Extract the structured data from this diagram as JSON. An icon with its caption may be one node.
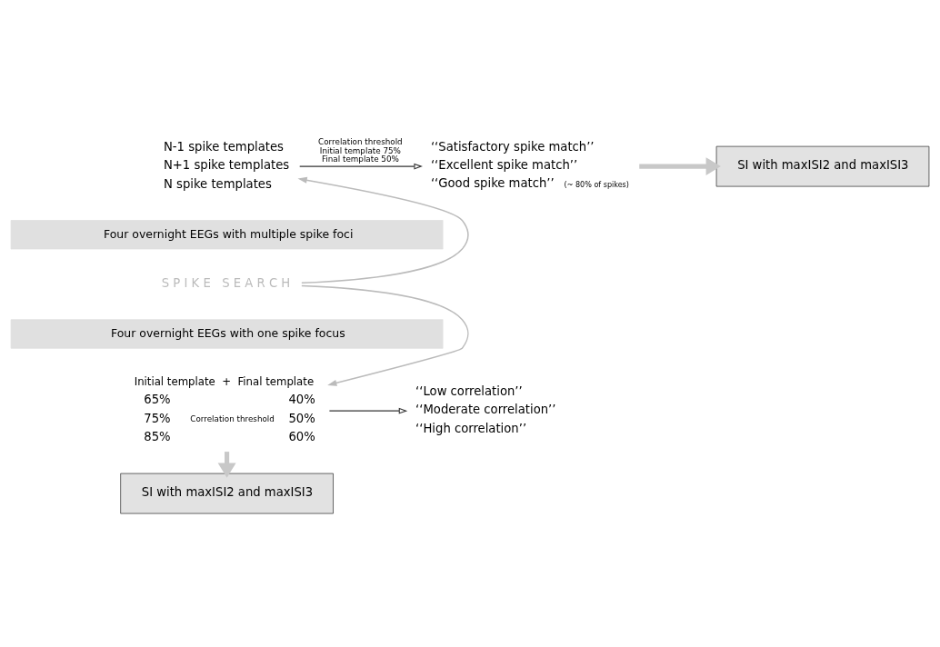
{
  "diagram": {
    "nodes": [
      {
        "text": [
          "SI with maxISI2 and maxISI3"
        ]
      },
      {
        "text": [
          "N-1 spike templates",
          "N+1 spike templates",
          "N spike templates"
        ]
      },
      {
        "text": [
          "‘‘Satisfactory spike match’’",
          "‘‘Excellent spike match’’",
          "‘‘Good spike match’’"
        ],
        "beside": [
          "(~ 80% of spikes)"
        ]
      },
      {
        "text": [
          "Four overnight EEGs with multiple spike foci"
        ]
      },
      {
        "text": [
          "S P I K E   S E A R C H"
        ]
      },
      {
        "text": [
          "Four overnight EEGs with one spike focus"
        ]
      },
      {
        "text": [
          "Initial template  +  Final template",
          "65%",
          "75%",
          "85%",
          "Correlation threshold",
          "40%",
          "50%",
          "60%"
        ]
      },
      {
        "text": [
          "‘‘Low correlation’’",
          "‘‘Moderate correlation’’",
          "‘‘High correlation’’"
        ]
      },
      {
        "text": [
          "SI with maxISI2 and maxISI3"
        ]
      }
    ],
    "edges": [
      {
        "from": 4,
        "to": 1,
        "arrow": "to",
        "color": "#bbbbbb"
      },
      {
        "from": 4,
        "to": 6,
        "arrow": "to",
        "color": "#bbbbbb"
      },
      {
        "from": 1,
        "to": 2,
        "arrow": "to",
        "color": "#333333",
        "label": "Correlation threshold Initial template 75% Final template 50%"
      },
      {
        "from": 2,
        "to": 0,
        "arrow": "to",
        "style": "thick",
        "color": "#c8c8c8"
      },
      {
        "from": 6,
        "to": 7,
        "arrow": "to",
        "color": "#333333"
      },
      {
        "from": 6,
        "to": 8,
        "arrow": "to",
        "style": "thick",
        "color": "#c8c8c8"
      }
    ]
  }
}
